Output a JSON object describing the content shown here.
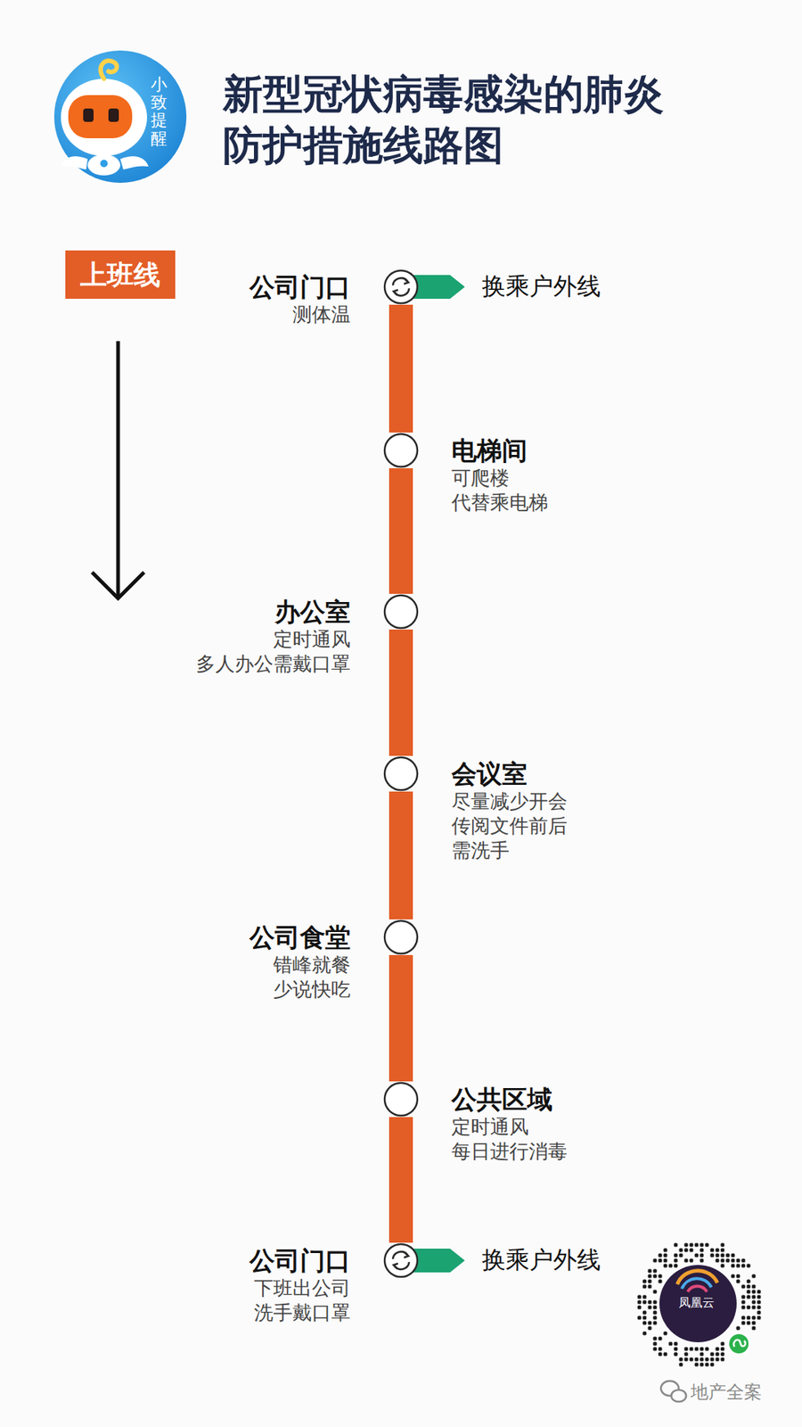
{
  "diagram": {
    "title": "新型冠状病毒感染的肺炎 防护措施线路图",
    "nodes": [
      {
        "text": [
          "小致提醒"
        ]
      },
      {
        "text": [
          "上班线"
        ]
      },
      {
        "text": [
          "公司门口",
          "测体温"
        ]
      },
      {
        "text": [
          "电梯间",
          "可爬楼 代替乘电梯"
        ]
      },
      {
        "text": [
          "办公室",
          "定时通风 多人办公需戴口罩"
        ]
      },
      {
        "text": [
          "会议室",
          "尽量减少开会 传阅文件前后 需洗手"
        ]
      },
      {
        "text": [
          "公司食堂",
          "错峰就餐 少说快吃"
        ]
      },
      {
        "text": [
          "公共区域",
          "定时通风 每日进行消毒"
        ]
      },
      {
        "text": [
          "公司门口",
          "下班出公司 洗手戴口罩"
        ]
      }
    ],
    "edges": [
      {
        "from": 2,
        "to": 3,
        "arrow": "none"
      },
      {
        "from": 3,
        "to": 4,
        "arrow": "none"
      },
      {
        "from": 4,
        "to": 5,
        "arrow": "none"
      },
      {
        "from": 5,
        "to": 6,
        "arrow": "none"
      },
      {
        "from": 6,
        "to": 7,
        "arrow": "none"
      },
      {
        "from": 7,
        "to": 8,
        "arrow": "none"
      }
    ],
    "labels": [
      "换乘户外线",
      "换乘户外线",
      "凤凰云",
      "地产全案"
    ]
  }
}
